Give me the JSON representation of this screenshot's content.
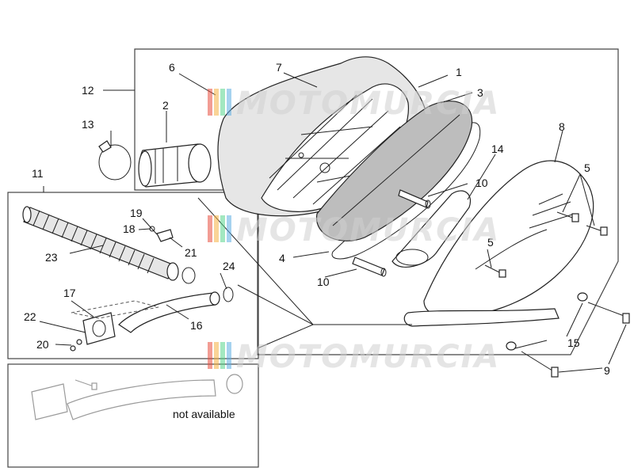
{
  "callouts": [
    {
      "id": "1",
      "label": "1"
    },
    {
      "id": "2",
      "label": "2"
    },
    {
      "id": "3",
      "label": "3"
    },
    {
      "id": "4",
      "label": "4"
    },
    {
      "id": "5a",
      "label": "5"
    },
    {
      "id": "5b",
      "label": "5"
    },
    {
      "id": "6",
      "label": "6"
    },
    {
      "id": "7",
      "label": "7"
    },
    {
      "id": "8",
      "label": "8"
    },
    {
      "id": "9",
      "label": "9"
    },
    {
      "id": "10a",
      "label": "10"
    },
    {
      "id": "10b",
      "label": "10"
    },
    {
      "id": "11",
      "label": "11"
    },
    {
      "id": "12",
      "label": "12"
    },
    {
      "id": "13",
      "label": "13"
    },
    {
      "id": "14",
      "label": "14"
    },
    {
      "id": "15",
      "label": "15"
    },
    {
      "id": "16",
      "label": "16"
    },
    {
      "id": "17",
      "label": "17"
    },
    {
      "id": "18",
      "label": "18"
    },
    {
      "id": "19",
      "label": "19"
    },
    {
      "id": "20",
      "label": "20"
    },
    {
      "id": "21",
      "label": "21"
    },
    {
      "id": "22",
      "label": "22"
    },
    {
      "id": "23",
      "label": "23"
    },
    {
      "id": "24",
      "label": "24"
    }
  ],
  "not_available_label": "not available",
  "watermark": {
    "text": "MOTOMURCIA",
    "stripe_colors": [
      "#e74c3c",
      "#f5b041",
      "#58d68d",
      "#5dade2"
    ]
  }
}
